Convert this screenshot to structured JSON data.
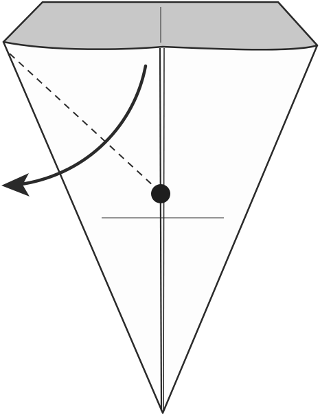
{
  "diagram": {
    "kind": "origami-fold-step",
    "paper_colors": {
      "front": "#fdfdfd",
      "back": "#c8c8c8",
      "outline": "#2a2a2a"
    },
    "annotations": {
      "fold_line_style": "dashed",
      "arrow_direction": "outward-left",
      "reference_point": "center-dot"
    }
  }
}
